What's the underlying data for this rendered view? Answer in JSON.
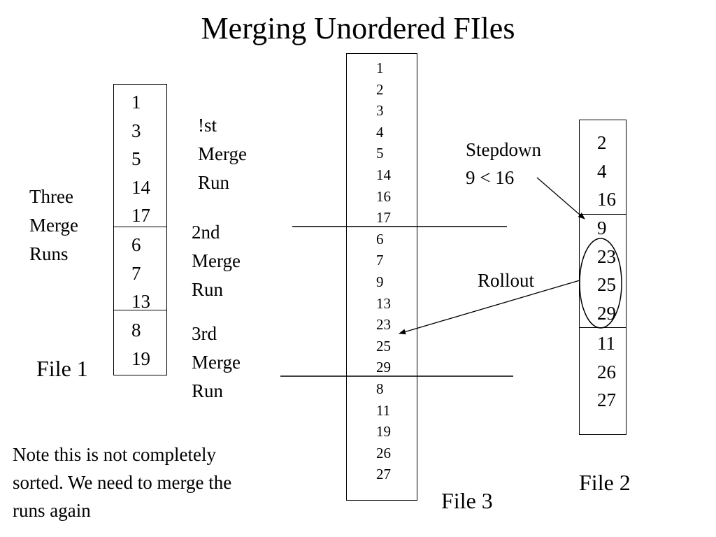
{
  "title": "Merging Unordered FIles",
  "file1": {
    "label": "File 1",
    "runs": [
      [
        "1",
        "3",
        "5",
        "14",
        "17"
      ],
      [
        "6",
        "7",
        "13"
      ],
      [
        "8",
        "19"
      ]
    ]
  },
  "run_labels": {
    "first": [
      "!st",
      "Merge",
      "Run"
    ],
    "second": [
      "2nd",
      "Merge",
      "Run"
    ],
    "third": [
      "3rd",
      "Merge",
      "Run"
    ]
  },
  "three_merge_runs": [
    "Three",
    "Merge",
    "Runs"
  ],
  "file3": {
    "label": "File 3",
    "values": [
      "1",
      "2",
      "3",
      "4",
      "5",
      "14",
      "16",
      "17",
      "6",
      "7",
      "9",
      "13",
      "23",
      "25",
      "29",
      "8",
      "11",
      "19",
      "26",
      "27"
    ]
  },
  "file2": {
    "label": "File 2",
    "sections": [
      [
        "2",
        "4",
        "16"
      ],
      [
        "9",
        "23",
        "25",
        "29"
      ],
      [
        "11",
        "26",
        "27"
      ]
    ]
  },
  "annotations": {
    "stepdown": [
      "Stepdown",
      "9 < 16"
    ],
    "rollout": "Rollout"
  },
  "note": [
    "Note this is not completely",
    "sorted. We need to merge the",
    "runs again"
  ]
}
